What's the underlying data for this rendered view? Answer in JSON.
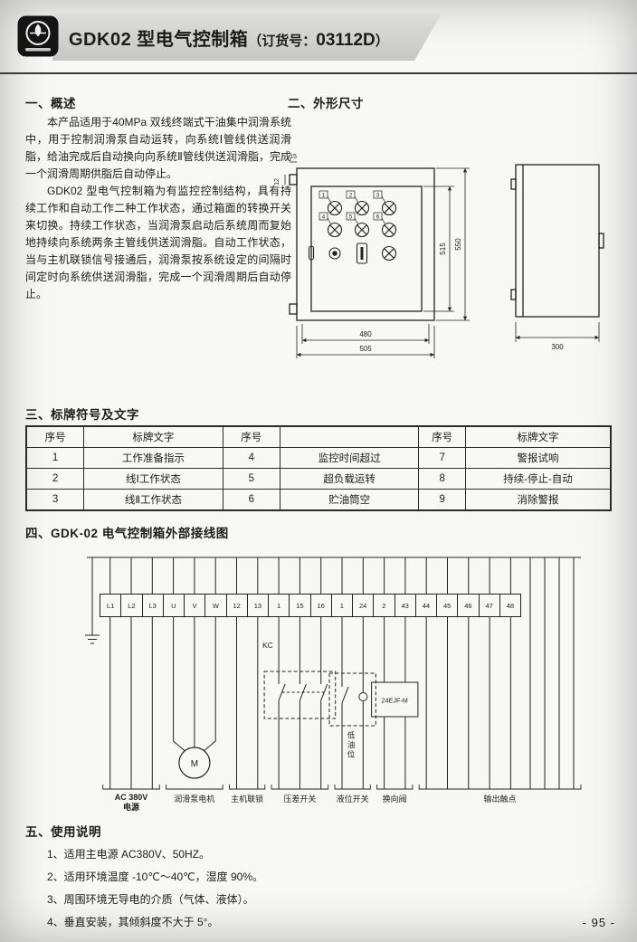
{
  "page": {
    "number": "- 95 -"
  },
  "header": {
    "title": "GDK02 型电气控制箱",
    "order_prefix": "（订货号：",
    "order_no": "03112D",
    "order_suffix": "）"
  },
  "sections": {
    "overview": {
      "heading": "一、概述",
      "paragraphs": [
        "本产品适用于40MPa 双线终端式干油集中润滑系统中，用于控制润滑泵自动运转，向系统Ⅰ管线供送润滑脂，给油完成后自动换向向系统Ⅱ管线供送润滑脂，完成一个润滑周期供脂后自动停止。",
        "GDK02 型电气控制箱为有监控控制结构，具有持续工作和自动工作二种工作状态，通过箱面的转换开关来切换。持续工作状态，当润滑泵启动后系统周而复始地持续向系统两条主管线供送润滑脂。自动工作状态，当与主机联锁信号接通后，润滑泵按系统设定的间隔时间定时向系统供送润滑脂，完成一个润滑周期后自动停止。"
      ]
    },
    "dimensions": {
      "heading": "二、外形尺寸",
      "front": {
        "width_inner": "480",
        "width_outer": "505",
        "height_inner": "515",
        "height_outer": "550",
        "tab_width": "15",
        "tab_height": "12"
      },
      "side": {
        "depth": "300"
      },
      "lamp_numbers": [
        "1",
        "2",
        "3",
        "4",
        "5",
        "6"
      ]
    },
    "labels": {
      "heading": "三、标牌符号及文字",
      "table": {
        "headers": [
          "序号",
          "标牌文字",
          "序号",
          "",
          "序号",
          "标牌文字"
        ],
        "rows": [
          [
            "1",
            "工作准备指示",
            "4",
            "监控时间超过",
            "7",
            "警报试响"
          ],
          [
            "2",
            "线Ⅰ工作状态",
            "5",
            "超负载运转",
            "8",
            "持续-停止-自动"
          ],
          [
            "3",
            "线Ⅱ工作状态",
            "6",
            "贮油筒空",
            "9",
            "消除警报"
          ]
        ]
      }
    },
    "wiring": {
      "heading": "四、GDK-02 电气控制箱外部接线图",
      "terminals": [
        "L1",
        "L2",
        "L3",
        "U",
        "V",
        "W",
        "12",
        "13",
        "1",
        "15",
        "16",
        "1",
        "24",
        "2",
        "43",
        "44",
        "45",
        "46",
        "47",
        "48"
      ],
      "kc_label": "KC",
      "motor_label": "M",
      "valve_label": "24EJF-M",
      "low_level_label": "低油位",
      "groups": [
        {
          "line1": "AC 380V",
          "line2": "电源"
        },
        {
          "label": "润滑泵电机"
        },
        {
          "label": "主机联锁"
        },
        {
          "label": "压差开关"
        },
        {
          "label": "液位开关"
        },
        {
          "label": "换向阀"
        },
        {
          "label": "输出触点"
        }
      ]
    },
    "usage": {
      "heading": "五、使用说明",
      "items": [
        "1、适用主电源 AC380V、50HZ。",
        "2、适用环境温度 -10℃～40℃，湿度 90%。",
        "3、周围环境无导电的介质（气体、液体）。",
        "4、垂直安装，其倾斜度不大于 5°。"
      ]
    }
  }
}
